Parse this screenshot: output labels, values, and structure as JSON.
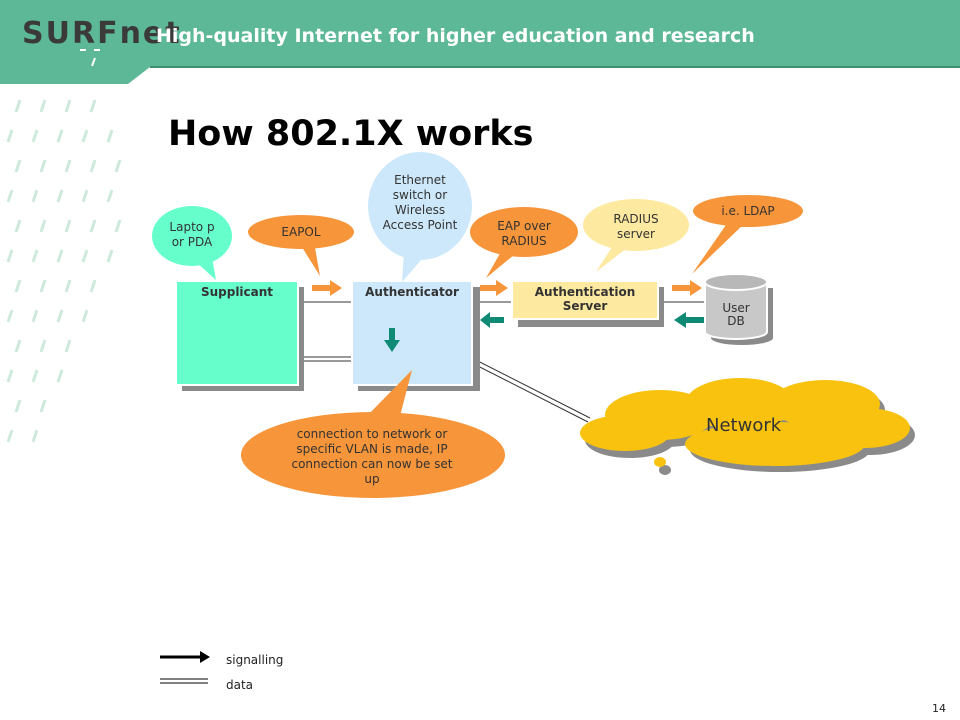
{
  "header": {
    "brand_surf": "SURF",
    "brand_net": "net",
    "tagline": "High-quality Internet for higher education and research"
  },
  "title": "How 802.1X works",
  "callouts": {
    "device": "Lapto p or PDA",
    "eapol": "EAPOL",
    "switch": "Ethernet switch or Wireless Access Point",
    "eap_radius": "EAP over RADIUS",
    "radius_server": "RADIUS server",
    "ldap": "i.e. LDAP",
    "connection": "connection to network or specific VLAN is made, IP connection can now be set up"
  },
  "boxes": {
    "supplicant": "Supplicant",
    "authenticator": "Authenticator",
    "auth_server_line1": "Authentication",
    "auth_server_line2": "Server",
    "user_db_line1": "User",
    "user_db_line2": "DB"
  },
  "network": "Network",
  "legend": {
    "signalling": "signalling",
    "data": "data"
  },
  "page_number": "14",
  "colors": {
    "header": "#5db897",
    "supplicant": "#66ffcc",
    "authenticator": "#cce8fa",
    "auth_server": "#fde9a0",
    "orange": "#f7953a",
    "yellow_callout": "#fde9a0",
    "blue_callout": "#cce8fa",
    "teal_arrow": "#0e8a75",
    "cloud": "#f8c20f"
  }
}
